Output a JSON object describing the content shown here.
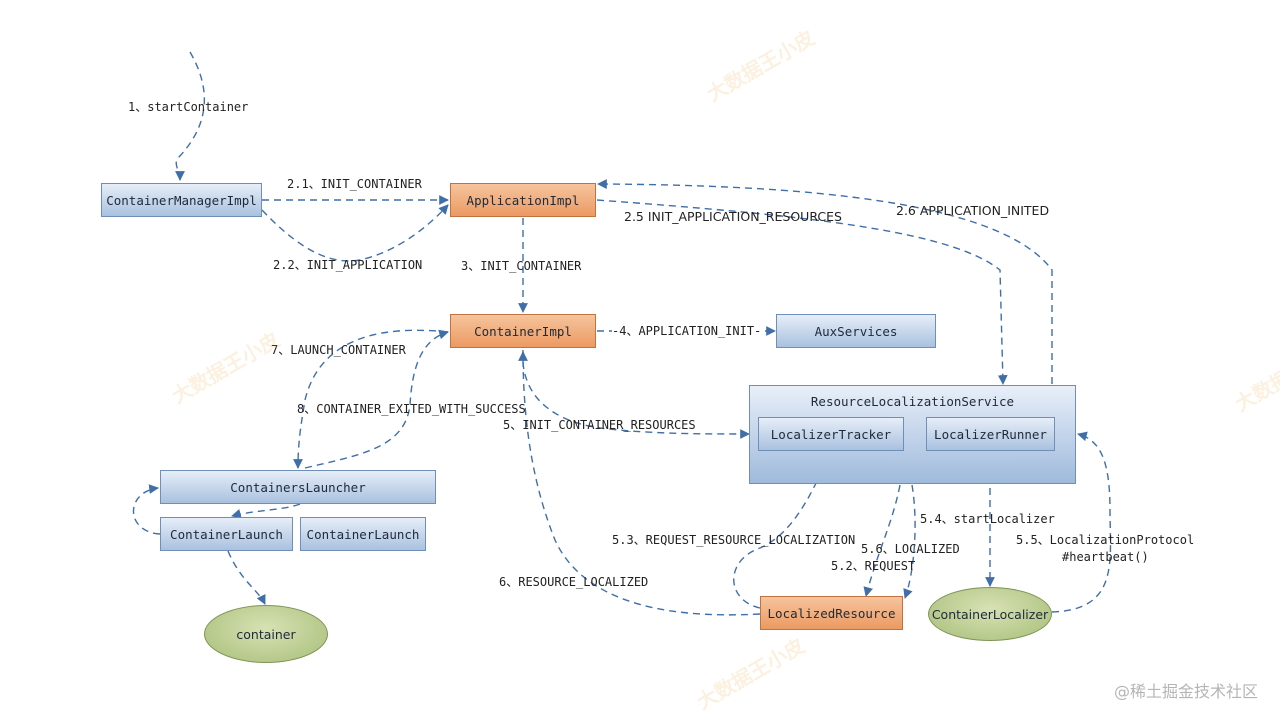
{
  "nodes": {
    "container_manager_impl": "ContainerManagerImpl",
    "application_impl": "ApplicationImpl",
    "container_impl": "ContainerImpl",
    "aux_services": "AuxServices",
    "resource_localization_service": "ResourceLocalizationService",
    "localizer_tracker": "LocalizerTracker",
    "localizer_runner": "LocalizerRunner",
    "containers_launcher": "ContainersLauncher",
    "container_launch_1": "ContainerLaunch",
    "container_launch_2": "ContainerLaunch",
    "container": "container",
    "localized_resource": "LocalizedResource",
    "container_localizer": "ContainerLocalizer"
  },
  "edges": {
    "start_container": "1、startContainer",
    "init_container_21": "2.1、INIT_CONTAINER",
    "init_application_22": "2.2、INIT_APPLICATION",
    "init_app_resources_25": "2.5 INIT_APPLICATION_RESOURCES",
    "application_inited_26": "2.6 APPLICATION_INITED",
    "init_container_3": "3、INIT_CONTAINER",
    "application_init_4": "-4、APPLICATION_INIT-",
    "launch_container_7": "7、LAUNCH_CONTAINER",
    "container_exited_8": "8、CONTAINER_EXITED_WITH_SUCCESS",
    "init_container_resources_5": "5、INIT_CONTAINER_RESOURCES",
    "start_localizer_54": "5.4、startLocalizer",
    "request_resource_localization_53": "5.3、REQUEST_RESOURCE_LOCALIZATION",
    "localized_56": "5.6、LOCALIZED",
    "request_52": "5.2、REQUEST",
    "localization_protocol_55_line1": "5.5、LocalizationProtocol",
    "localization_protocol_55_line2": "#heartbeat()",
    "resource_localized_6": "6、RESOURCE_LOCALIZED"
  },
  "watermark": "大数据王小皮",
  "credit": "@稀土掘金技术社区",
  "colors": {
    "edge": "#3f6ea8",
    "node_blue": "#a9c1df",
    "node_orange": "#ec9a62",
    "node_green": "#a8bd78"
  }
}
